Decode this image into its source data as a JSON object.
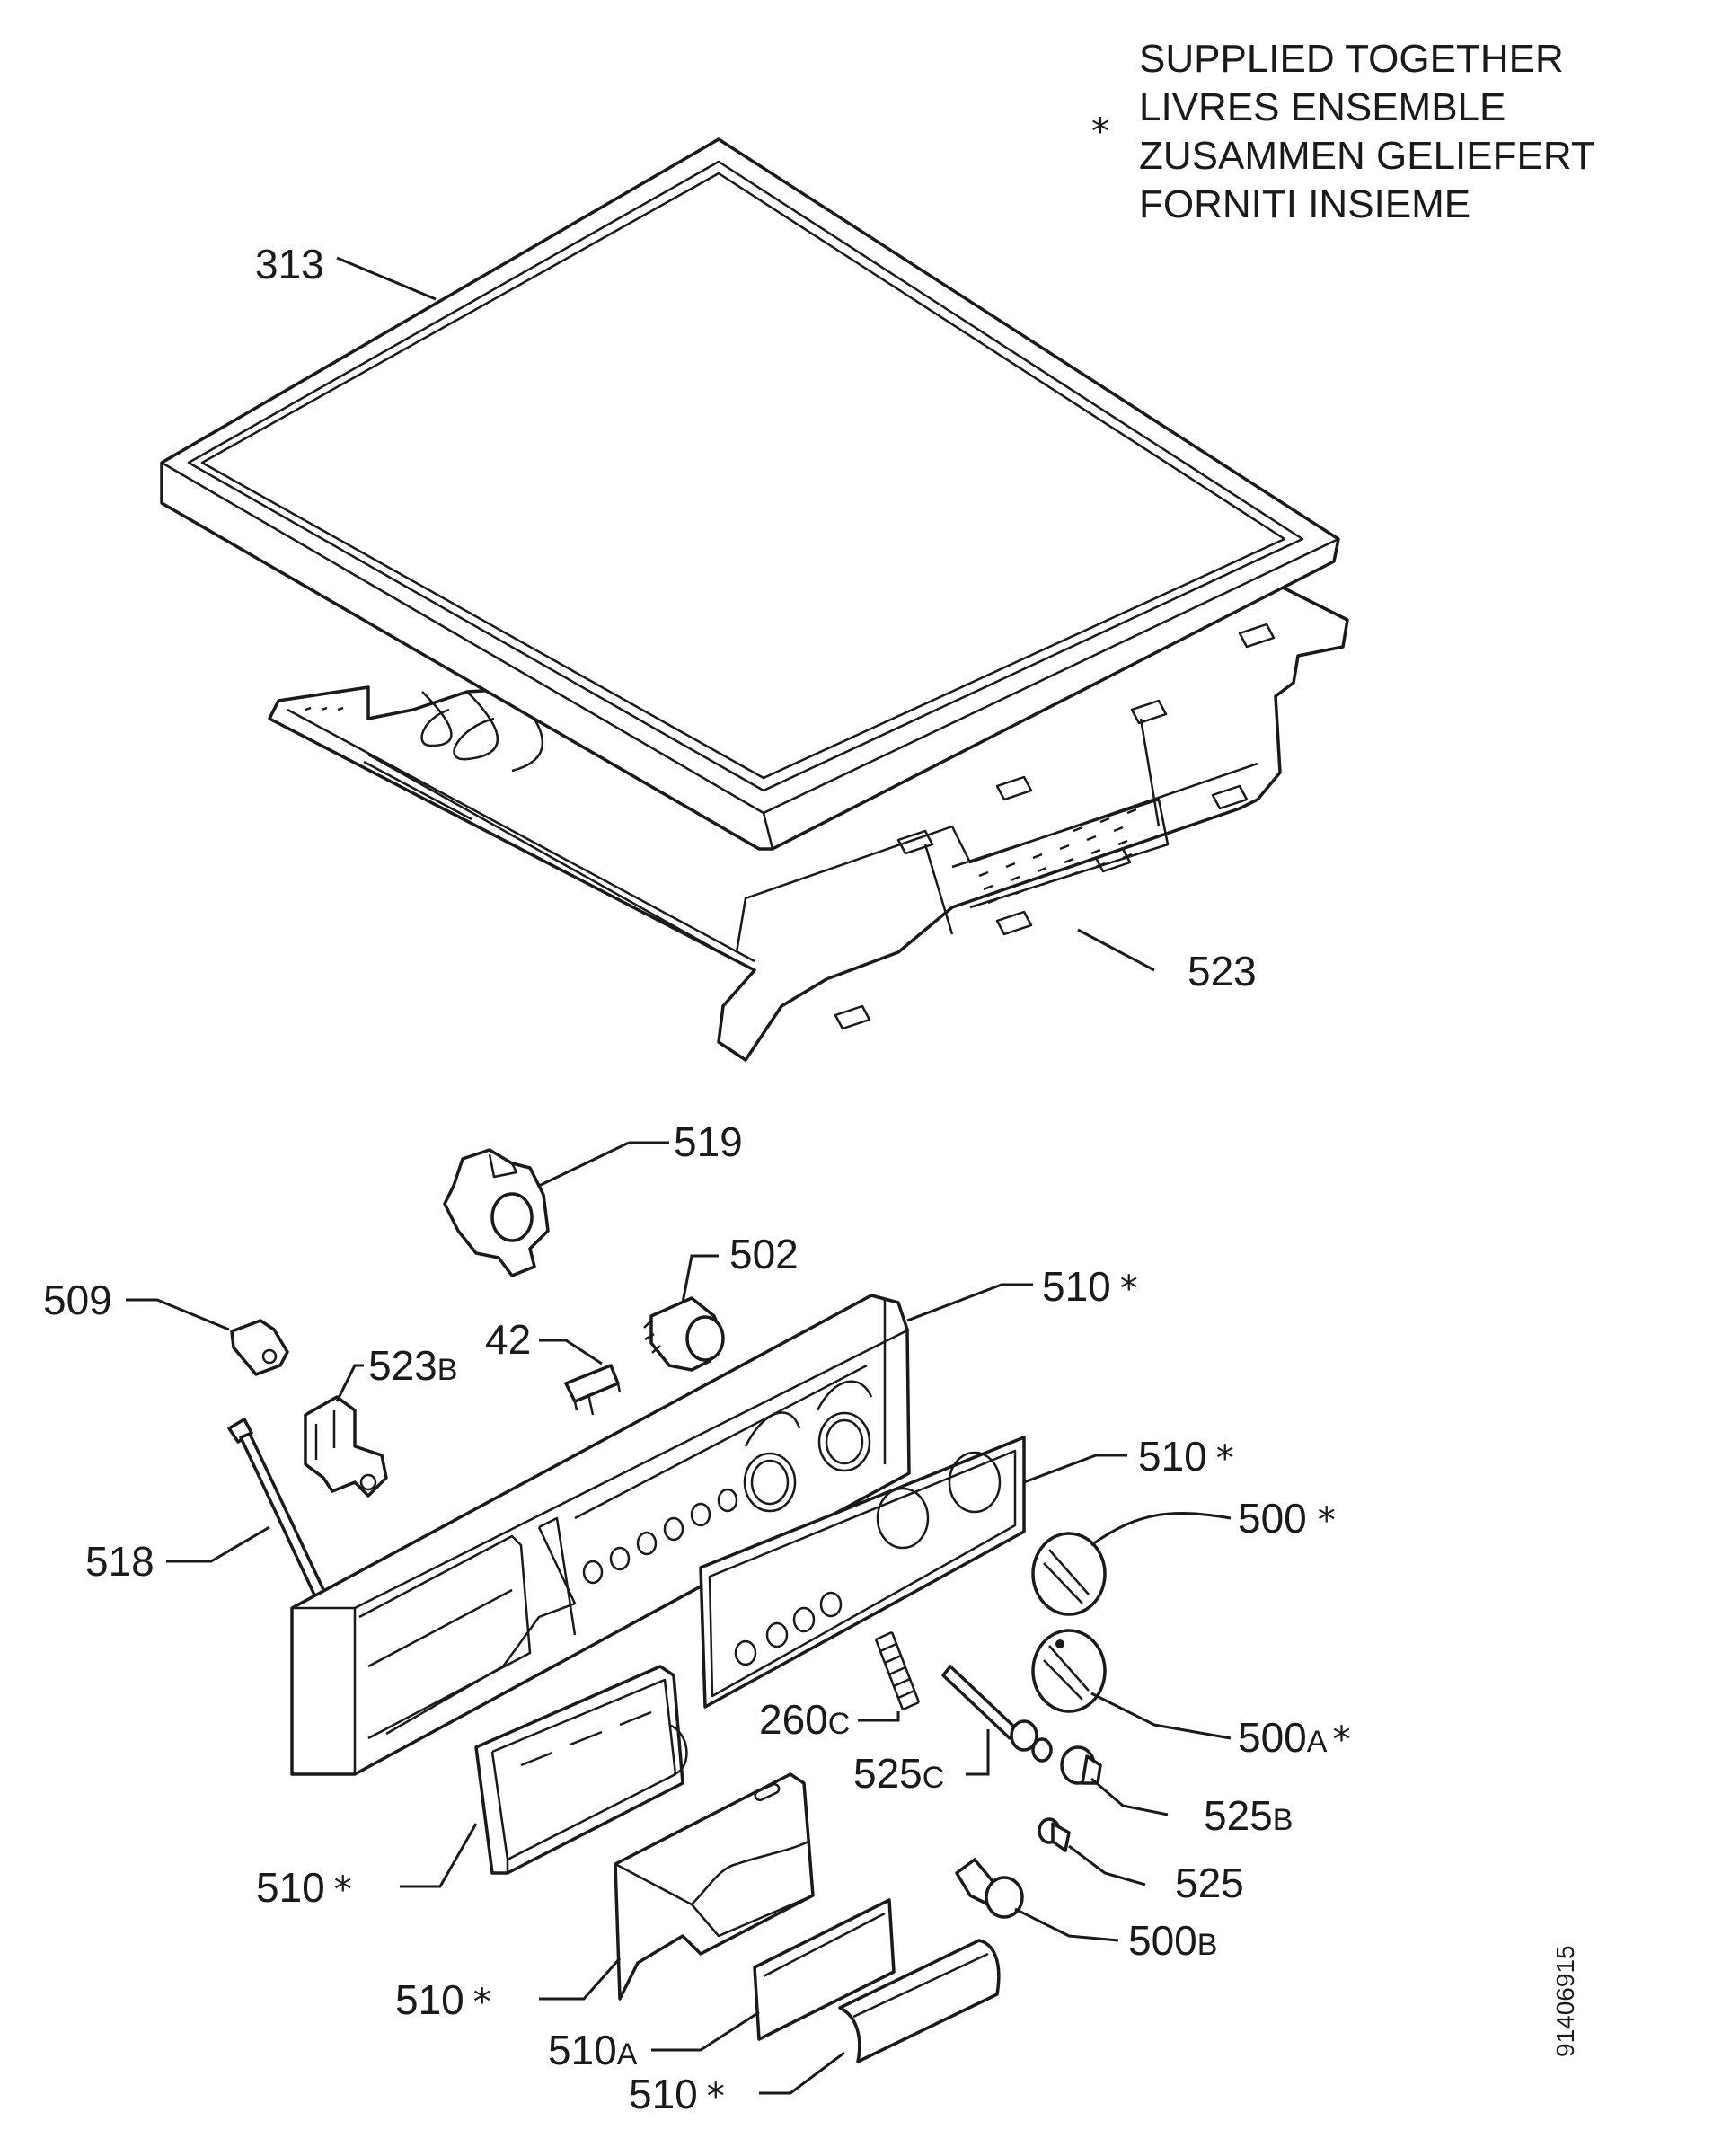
{
  "legend": {
    "symbol": "*",
    "lines": [
      "SUPPLIED TOGETHER",
      "LIVRES ENSEMBLE",
      "ZUSAMMEN GELIEFERT",
      "FORNITI INSIEME"
    ]
  },
  "labels": {
    "p313": "313",
    "p523": "523",
    "p519": "519",
    "p502": "502",
    "p509": "509",
    "p42": "42",
    "p523b": {
      "num": "523",
      "suffix": "B"
    },
    "p510_panel": {
      "num": "510",
      "mark": "*"
    },
    "p510_plate": {
      "num": "510",
      "mark": "*"
    },
    "p500": {
      "num": "500",
      "mark": "*"
    },
    "p518": "518",
    "p260c": {
      "num": "260",
      "suffix": "C"
    },
    "p525c": {
      "num": "525",
      "suffix": "C"
    },
    "p500a": {
      "num": "500",
      "suffix": "A",
      "mark": "*"
    },
    "p525b": {
      "num": "525",
      "suffix": "B"
    },
    "p525": "525",
    "p500b": {
      "num": "500",
      "suffix": "B"
    },
    "p510_drawer": {
      "num": "510",
      "mark": "*"
    },
    "p510_door": {
      "num": "510",
      "mark": "*"
    },
    "p510a": {
      "num": "510",
      "suffix": "A"
    },
    "p510_cover": {
      "num": "510",
      "mark": "*"
    }
  },
  "document_number": "91406915"
}
